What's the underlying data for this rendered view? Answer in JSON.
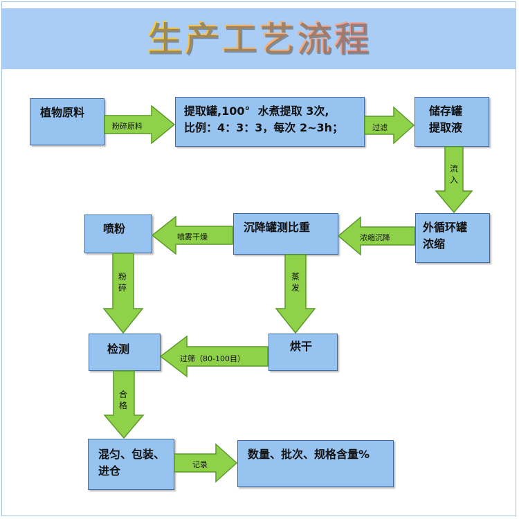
{
  "title": "生产工艺流程",
  "nodes": {
    "raw_material": "植物原料",
    "extraction_line1": "提取罐,100°  水煮提取 3次,",
    "extraction_line2": "比例：4：3：3，每次 2~3h；",
    "storage_line1": "储存罐",
    "storage_line2": "提取液",
    "concentrate_line1": "外循环罐",
    "concentrate_line2": "浓缩",
    "settling": "沉降罐测比重",
    "spray_powder": "喷粉",
    "drying": "烘干",
    "inspection": "检测",
    "packing_line1": "混匀、包装、",
    "packing_line2": "进仓",
    "record_items": "数量、批次、规格含量%"
  },
  "edges": {
    "crush_raw": "粉碎原料",
    "filter": "过滤",
    "inflow": "流入",
    "concentrate_settle": "浓缩沉降",
    "spray_dry": "喷雾干燥",
    "evaporate": "蒸发",
    "pulverize": "粉碎",
    "sieve": "过筛（80-100目）",
    "qualified": "合格",
    "record": "记录"
  },
  "colors": {
    "box_fill": "#97c3f0",
    "box_border": "#3e6aa3",
    "arrow_fill": "#8fd24a",
    "arrow_border": "#5a9a2a",
    "title_band": "#a9cdf5"
  }
}
